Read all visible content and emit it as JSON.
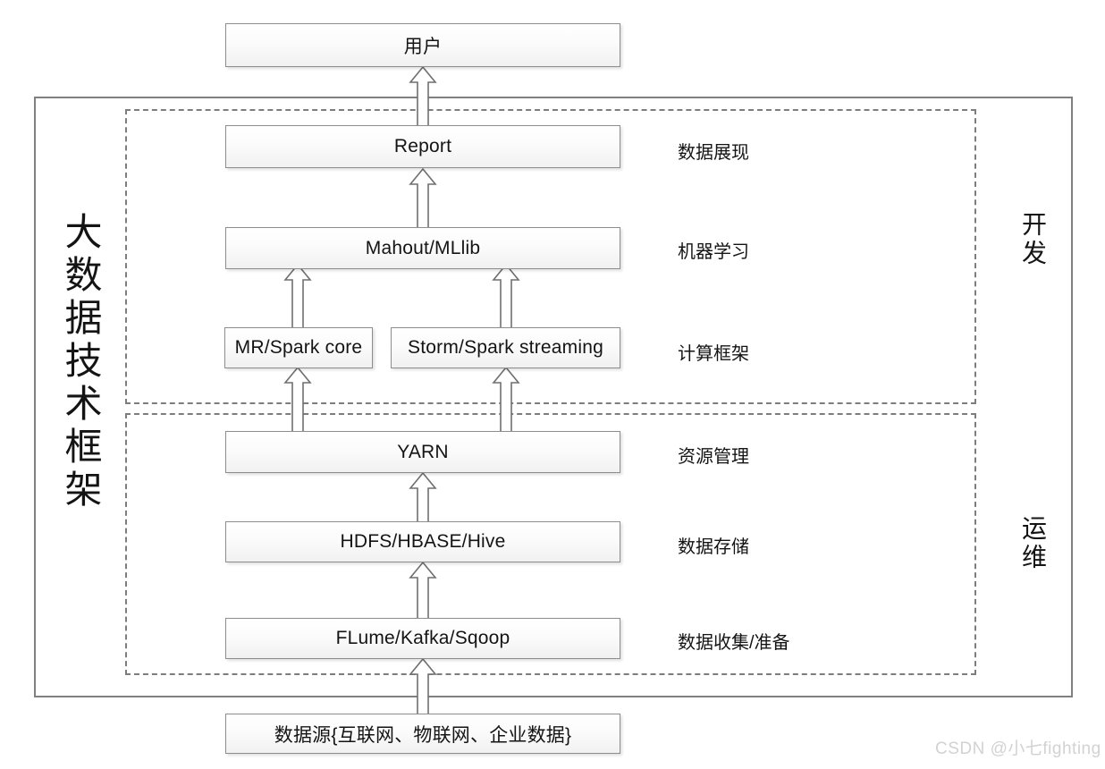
{
  "diagram": {
    "title_vertical": "大数据技术框架",
    "watermark": "CSDN @小七fighting",
    "side_groups": [
      {
        "label": "开发",
        "name": "development"
      },
      {
        "label": "运维",
        "name": "operations"
      }
    ],
    "nodes": [
      {
        "id": "user",
        "label": "用户",
        "lang": "cjk"
      },
      {
        "id": "report",
        "label": "Report",
        "lang": "latin"
      },
      {
        "id": "mahout",
        "label": "Mahout/MLlib",
        "lang": "latin"
      },
      {
        "id": "mr",
        "label": "MR/Spark core",
        "lang": "latin"
      },
      {
        "id": "storm",
        "label": "Storm/Spark streaming",
        "lang": "latin"
      },
      {
        "id": "yarn",
        "label": "YARN",
        "lang": "latin"
      },
      {
        "id": "hdfs",
        "label": "HDFS/HBASE/Hive",
        "lang": "latin"
      },
      {
        "id": "flume",
        "label": "FLume/Kafka/Sqoop",
        "lang": "latin"
      },
      {
        "id": "source",
        "label": "数据源{互联网、物联网、企业数据}",
        "lang": "cjk"
      }
    ],
    "layer_labels": [
      {
        "id": "presentation",
        "label": "数据展现"
      },
      {
        "id": "ml",
        "label": "机器学习"
      },
      {
        "id": "compute",
        "label": "计算框架"
      },
      {
        "id": "resource",
        "label": "资源管理"
      },
      {
        "id": "storage",
        "label": "数据存储"
      },
      {
        "id": "ingest",
        "label": "数据收集/准备"
      }
    ],
    "edges": [
      {
        "from": "report",
        "to": "user"
      },
      {
        "from": "mahout",
        "to": "report"
      },
      {
        "from": "mr",
        "to": "mahout"
      },
      {
        "from": "storm",
        "to": "mahout"
      },
      {
        "from": "yarn",
        "to": "mr"
      },
      {
        "from": "yarn",
        "to": "storm"
      },
      {
        "from": "hdfs",
        "to": "yarn"
      },
      {
        "from": "flume",
        "to": "hdfs"
      },
      {
        "from": "source",
        "to": "flume"
      }
    ],
    "colors": {
      "box_border": "#8d8d8d",
      "frame_solid": "#808080",
      "frame_dashed": "#7d7d7d",
      "arrow_stroke": "#6f6f6f",
      "arrow_fill": "#ffffff",
      "text": "#141414",
      "watermark": "#d2d2d2",
      "background": "#ffffff"
    }
  }
}
